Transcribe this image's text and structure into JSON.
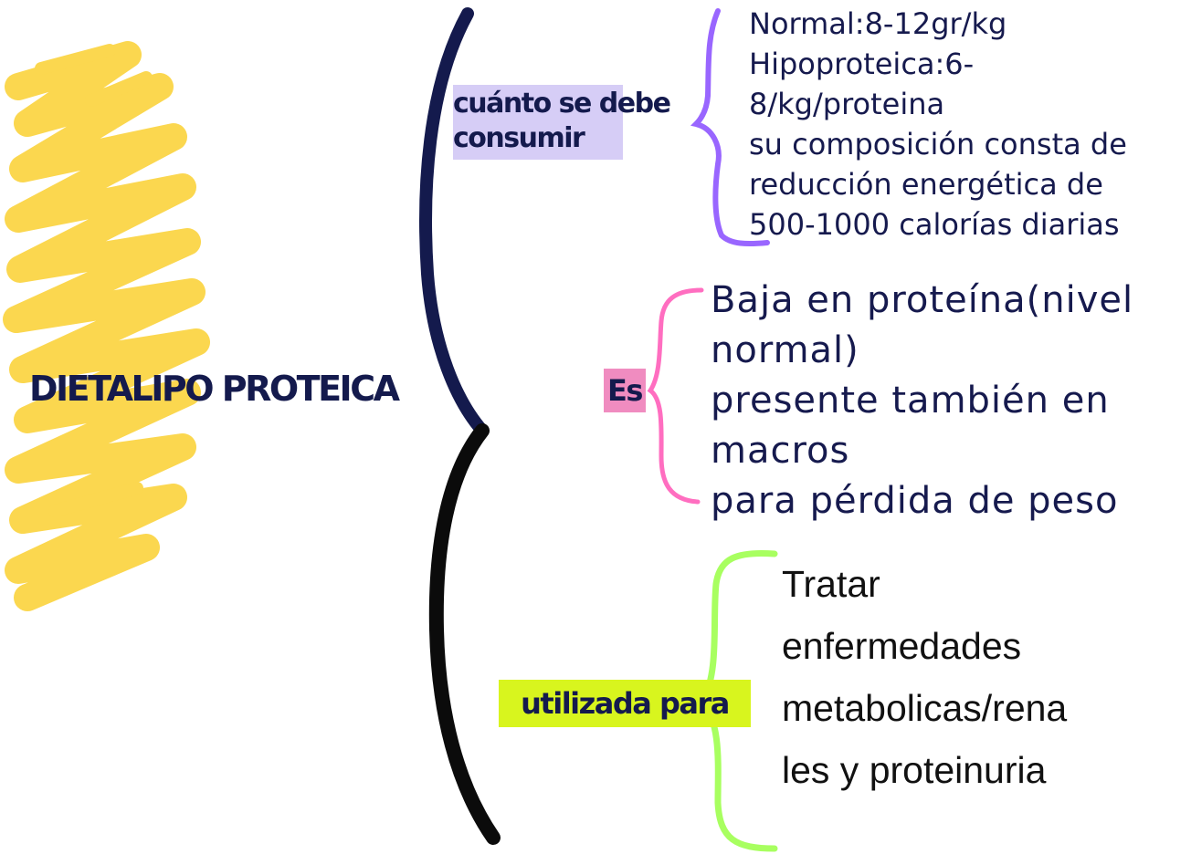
{
  "map": {
    "center": "DIETALIPO PROTEICA",
    "branches": [
      {
        "label_lines": [
          "cuánto se debe",
          "consumir"
        ],
        "details": [
          "Normal:8-12gr/kg",
          "Hipoproteica:6-",
          "8/kg/proteina",
          "su composición consta de",
          "reducción energética de",
          "500-1000 calorías diarias"
        ],
        "label_bg": "#d6cdf6",
        "brace_color": "#9966ff"
      },
      {
        "label_lines": [
          "Es"
        ],
        "details": [
          "Baja en proteína(nivel",
          "normal)",
          "presente también en",
          "macros",
          "para pérdida de peso"
        ],
        "label_bg": "#f08cc0",
        "brace_color": "#ff6ec0"
      },
      {
        "label_lines": [
          "utilizada para"
        ],
        "details": [
          "Tratar",
          "enfermedades",
          "metabolicas/rena",
          "les y proteinuria"
        ],
        "label_bg": "#d8f51e",
        "brace_color": "#a8ff60"
      }
    ],
    "colors": {
      "title_text": "#141a4d",
      "scribble": "#fbd74f",
      "main_brace_top": "#141a4d",
      "main_brace_bottom": "#0b0b0b"
    }
  }
}
